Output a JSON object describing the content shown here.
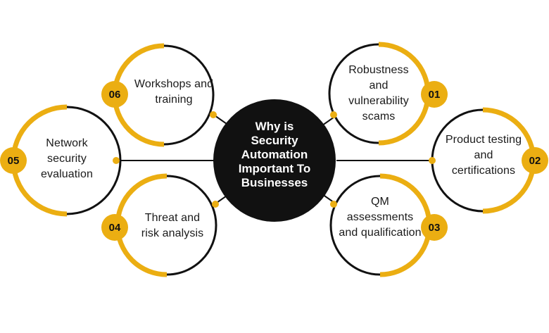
{
  "center": {
    "title": "Why is Security Automation Important To Businesses"
  },
  "items": [
    {
      "number": "01",
      "label": "Robustness and vulnerability scams"
    },
    {
      "number": "02",
      "label": "Product testing and certifications"
    },
    {
      "number": "03",
      "label": "QM assessments and qualification"
    },
    {
      "number": "04",
      "label": "Threat and risk analysis"
    },
    {
      "number": "05",
      "label": "Network security evaluation"
    },
    {
      "number": "06",
      "label": "Workshops and training"
    }
  ],
  "colors": {
    "accent": "#ebae12",
    "dark": "#111111",
    "text": "#1a1a1a"
  }
}
